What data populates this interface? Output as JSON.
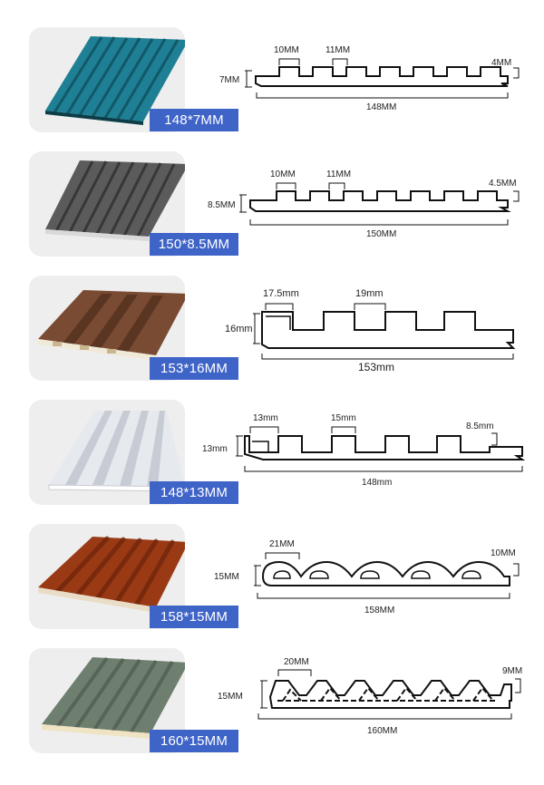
{
  "products": [
    {
      "label": "148*7MM",
      "panel_color": "#1f7f94",
      "dims": {
        "groove": "10MM",
        "rib": "11MM",
        "height": "7MM",
        "side": "4MM",
        "width": "148MM"
      }
    },
    {
      "label": "150*8.5MM",
      "panel_color": "#5b5b5b",
      "dims": {
        "groove": "10MM",
        "rib": "11MM",
        "height": "8.5MM",
        "side": "4.5MM",
        "width": "150MM"
      }
    },
    {
      "label": "153*16MM",
      "panel_color": "#7a4b33",
      "dims": {
        "groove": "17.5mm",
        "rib": "19mm",
        "height": "16mm",
        "width": "153mm"
      }
    },
    {
      "label": "148*13MM",
      "panel_color": "#e6e9ee",
      "dims": {
        "groove": "13mm",
        "rib": "15mm",
        "height": "13mm",
        "side": "8.5mm",
        "width": "148mm"
      }
    },
    {
      "label": "158*15MM",
      "panel_color": "#9a3a14",
      "dims": {
        "groove": "21MM",
        "height": "15MM",
        "side": "10MM",
        "width": "158MM"
      }
    },
    {
      "label": "160*15MM",
      "panel_color": "#6f7f6f",
      "dims": {
        "groove": "20MM",
        "height": "15MM",
        "side": "9MM",
        "width": "160MM"
      }
    }
  ]
}
